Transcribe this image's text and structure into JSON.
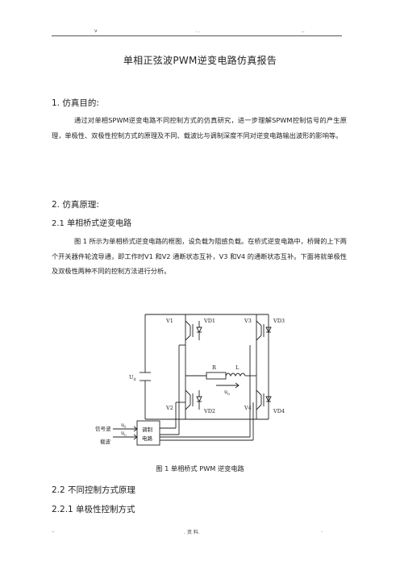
{
  "header": {
    "left": "v",
    "mid": ". .",
    "right": ".."
  },
  "title": "单相正弦波PWM逆变电路仿真报告",
  "section1": {
    "heading": "1. 仿真目的:",
    "text": "通过对单相SPWM逆变电路不同控制方式的仿真研究，进一步理解SPWM控制信号的产生原理，单极性、双极性控制方式的原理及不同、载波比与调制深度不同对逆变电路输出波形的影响等。"
  },
  "section2": {
    "heading": "2. 仿真原理:",
    "sub1": "2.1  单相桥式逆变电路",
    "text": "图 1 所示为单相桥式逆变电路的框图，设负载为阻感负载。在桥式逆变电路中，桥臂的上下两个开关器件轮流导通，即工作时V1 和V2 通断状态互补，V3 和V4 的通断状态互补。下面将就单极性及双极性两种不同的控制方法进行分析。"
  },
  "figure": {
    "labels": {
      "v1": "V1",
      "vd1": "VD1",
      "v2": "V2",
      "vd2": "VD2",
      "v3": "V3",
      "vd3": "VD3",
      "v4": "V4",
      "vd4": "VD4",
      "ud": "U",
      "ud_sub": "d",
      "r": "R",
      "l": "L",
      "uo": "u",
      "uo_sub": "o",
      "signal": "信号波",
      "carrier": "载波",
      "ur": "u",
      "ur_sub": "r",
      "uc": "u",
      "uc_sub": "c",
      "mod1": "调制",
      "mod2": "电路"
    },
    "caption": "图 1  单相桥式 PWM 逆变电路"
  },
  "section22": {
    "heading": "2.2  不同控制方式原理",
    "sub": "2.2.1  单极性控制方式"
  },
  "footer": {
    "left": "..",
    "mid": ". 资 料.",
    "right": "."
  }
}
